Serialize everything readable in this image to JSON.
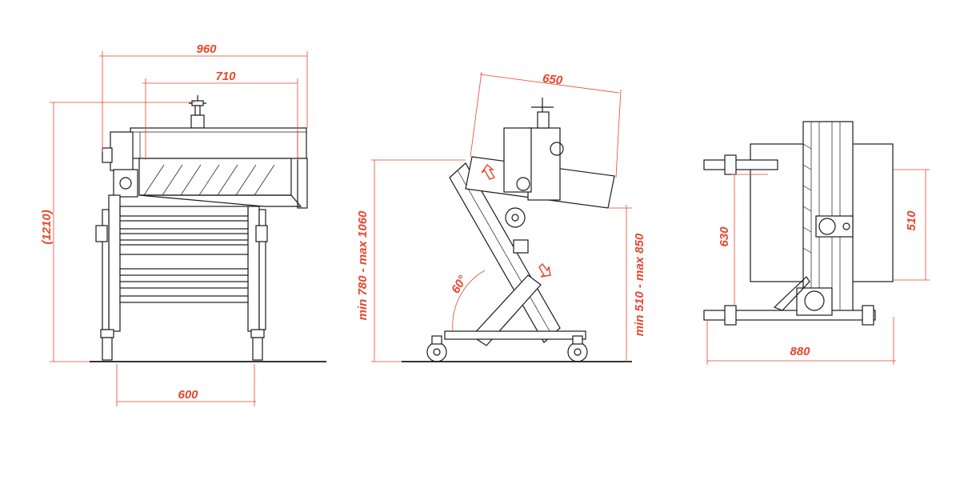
{
  "front_view": {
    "width_overall": "960",
    "width_top": "710",
    "height": "(1210)",
    "wheel_base": "600"
  },
  "side_view": {
    "length": "650",
    "table_height": "min 780 - max 1060",
    "work_height": "min 510 - max 850",
    "tilt_angle": "60°"
  },
  "top_view": {
    "depth": "880",
    "frame_length": "630",
    "hood_length": "510"
  },
  "colors": {
    "dimension": "#e8452c",
    "machine_line": "#1a1a1a",
    "background": "#ffffff"
  }
}
